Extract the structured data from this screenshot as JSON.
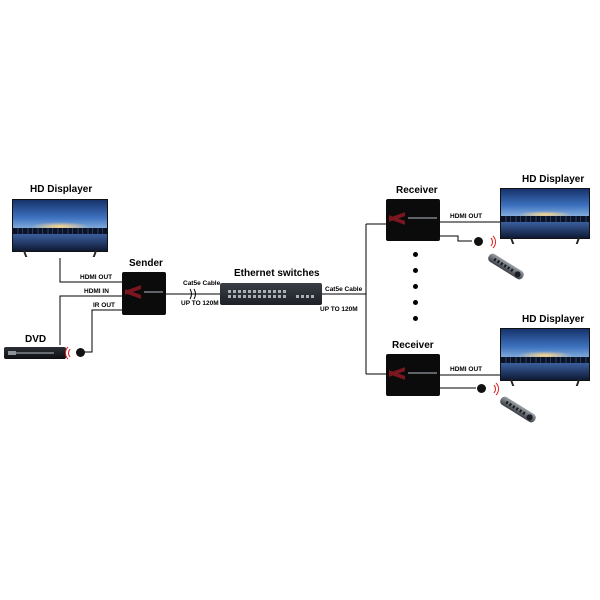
{
  "labels": {
    "hd_displayer_left": "HD Displayer",
    "hd_displayer_right_top": "HD Displayer",
    "hd_displayer_right_bottom": "HD Displayer",
    "sender": "Sender",
    "ethernet_switches": "Ethernet switches",
    "receiver_top": "Receiver",
    "receiver_bottom": "Receiver",
    "dvd": "DVD",
    "hdmi_out_sender": "HDMI OUT",
    "hdmi_in_sender": "HDMI IN",
    "ir_out_sender": "IR OUT",
    "cat5e_left": "Cat5e Cable",
    "up_to_left": "UP TO 120M",
    "cat5e_right": "Cat5e Cable",
    "up_to_right": "UP TO 120M",
    "hdmi_out_receiver_top": "HDMI OUT",
    "hdmi_out_receiver_bottom": "HDMI OUT"
  },
  "colors": {
    "line": "#000000",
    "ir_wave": "#dd2222",
    "box": "#0b0b0b",
    "stripe": "#7a1620"
  },
  "icons": {
    "tv": "tv-icon",
    "extender": "extender-box-icon",
    "switch": "network-switch-icon",
    "dvd": "dvd-player-icon",
    "ir": "ir-sensor-icon",
    "remote": "remote-control-icon"
  }
}
